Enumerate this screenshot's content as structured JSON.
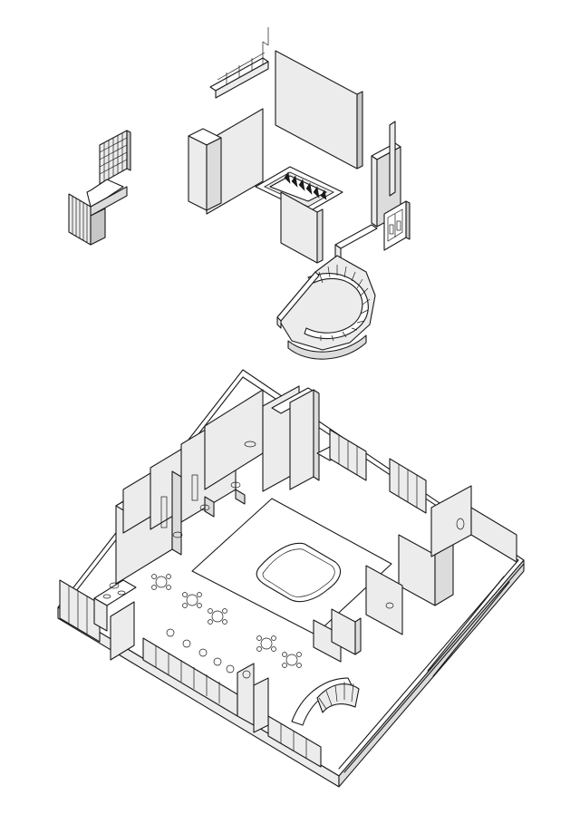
{
  "drawing": {
    "stroke_color": "#1a1a1a",
    "background_color": "#ffffff",
    "face_light": "#ececec",
    "face_mid": "#dcdcdc",
    "face_dark": "#c6c6c6"
  },
  "exploded_components": [
    "lattice-screen",
    "slatted-counter",
    "display-niches",
    "feature-wall-left",
    "feature-wall-back",
    "skylight-frame",
    "central-partition",
    "side-wall-right",
    "door-frame",
    "spiral-staircase"
  ],
  "floor_plan_elements": [
    "outer-wall",
    "central-oval-island",
    "dining-tables",
    "bar-counter",
    "wc-cubicles",
    "glazing-panels",
    "spiral-stair"
  ]
}
